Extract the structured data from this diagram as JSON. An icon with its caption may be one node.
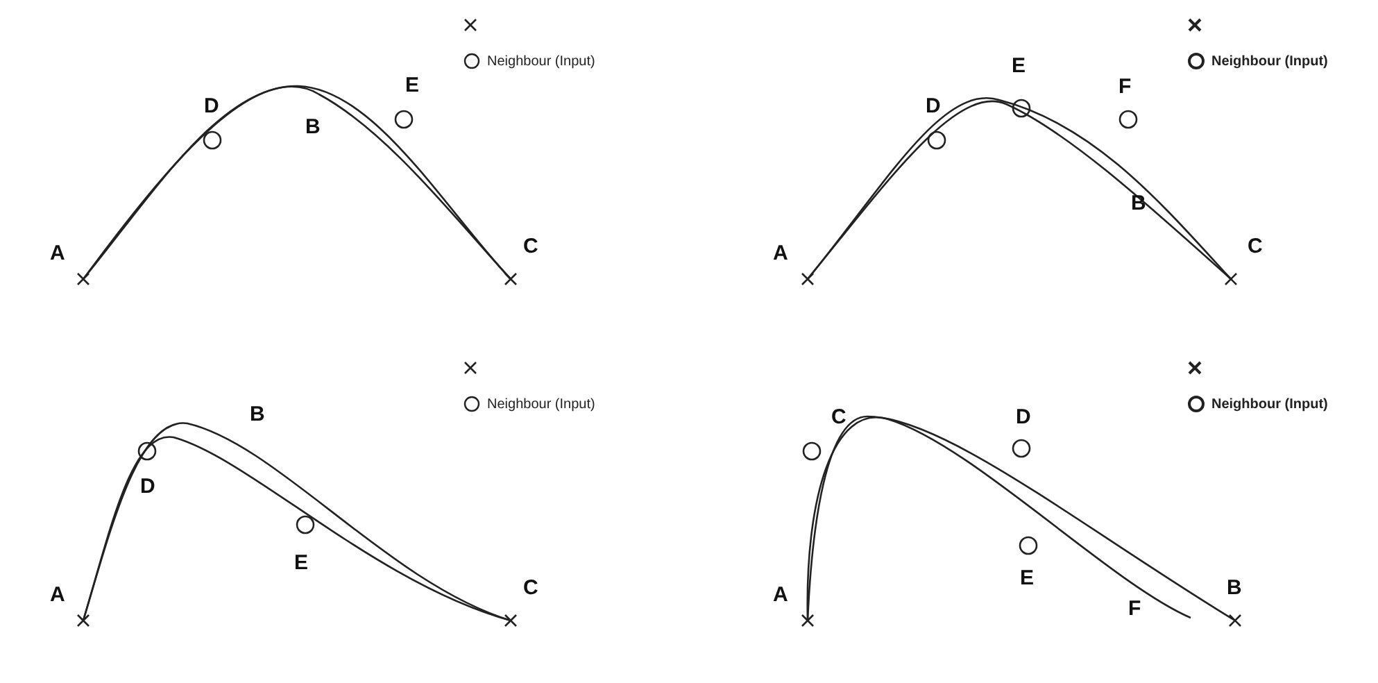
{
  "diagram": {
    "labels": [
      "E",
      "D",
      "B",
      "A",
      "C",
      "E",
      "F",
      "D",
      "B",
      "A",
      "C",
      "B",
      "D",
      "E",
      "A",
      "C",
      "C",
      "D",
      "E",
      "F",
      "A",
      "B"
    ],
    "legend": [
      {
        "text": "Neighbour (Input)"
      },
      {
        "text": "Neighbour (Input)"
      },
      {
        "text": "Neighbour (Input)"
      },
      {
        "text": "Neighbour (Input)"
      }
    ]
  }
}
